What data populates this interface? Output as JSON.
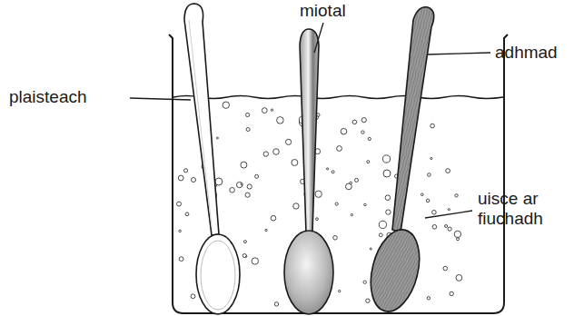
{
  "diagram": {
    "labels": [
      "plaisteach",
      "miotal",
      "adhmad",
      "uisce ar fiuchadh"
    ]
  }
}
